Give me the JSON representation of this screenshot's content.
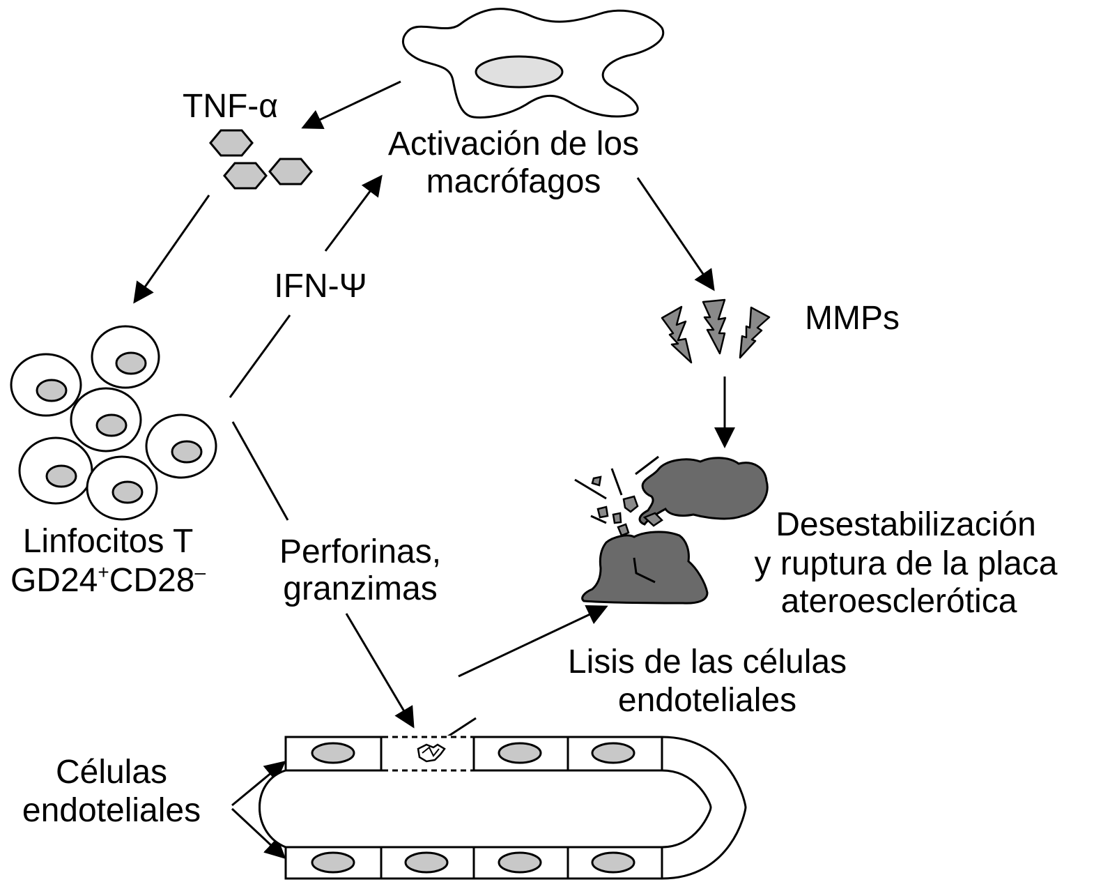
{
  "labels": {
    "tnf": "TNF-α",
    "activacion_line1": "Activación de los",
    "activacion_line2": "macrófagos",
    "ifn": "IFN-Ψ",
    "mmps": "MMPs",
    "linfocitos_line1": "Linfocitos T",
    "linfocitos_line2_a": "GD24",
    "linfocitos_line2_sup1": "+",
    "linfocitos_line2_b": "CD28",
    "linfocitos_line2_sup2": "–",
    "perforinas_line1": "Perforinas,",
    "perforinas_line2": "granzimas",
    "desestab_line1": "Desestabilización",
    "desestab_line2": "y ruptura de la placa",
    "desestab_line3": "ateroesclerótica",
    "lisis_line1": "Lisis de las células",
    "lisis_line2": "endoteliales",
    "celulas_line1": "Células",
    "celulas_line2": "endoteliales"
  },
  "colors": {
    "nucleus_fill": "#c8c8c8",
    "bolt_fill": "#8a8a8a",
    "plaque_fill": "#6a6a6a"
  }
}
